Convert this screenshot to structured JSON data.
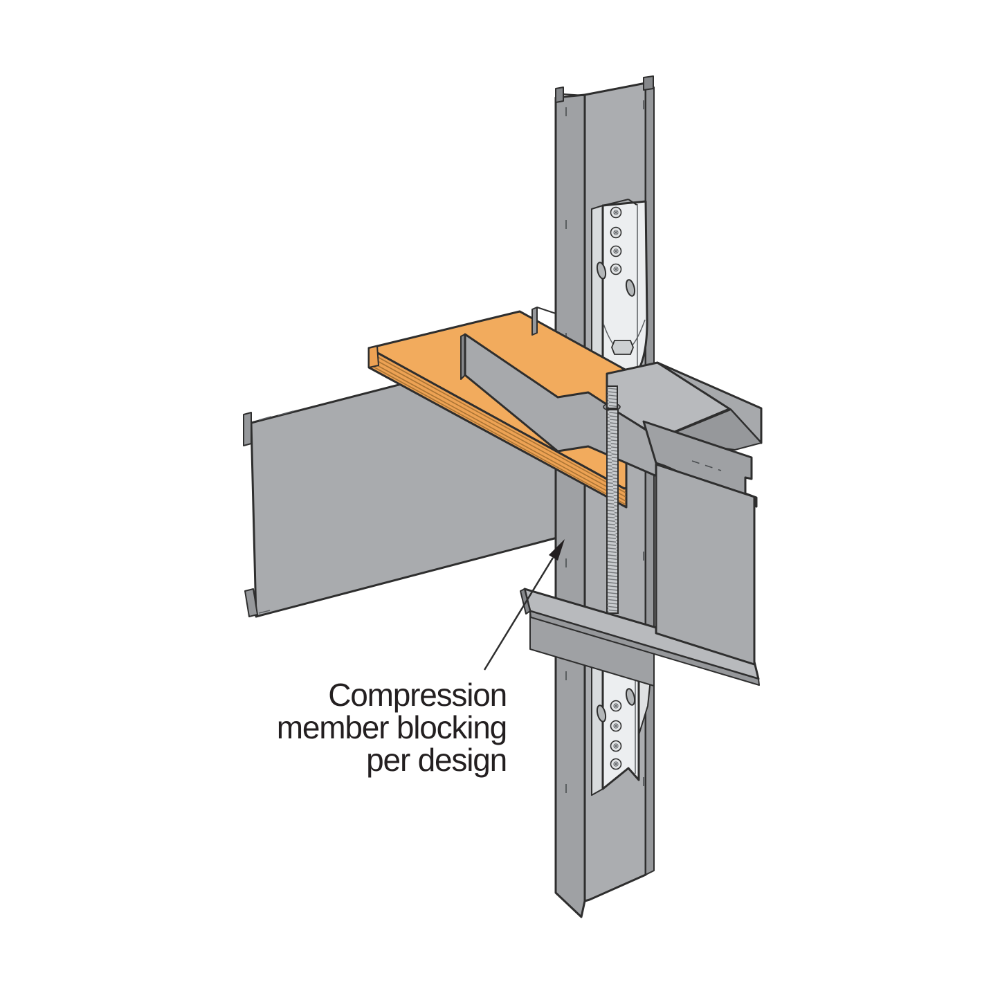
{
  "annotation": {
    "full_text": "Compression member blocking per design",
    "lines": [
      "Compression",
      "member blocking",
      "per design"
    ]
  },
  "colors": {
    "background": "#ffffff",
    "steel": "#a9abae",
    "steel_light": "#b8babd",
    "steel_dark": "#96989b",
    "holdown_face": "#eceef0",
    "plywood_top": "#f2ab5d",
    "plywood_edge": "#eda254",
    "outline": "#2e2e2e",
    "label_text": "#231f20"
  }
}
